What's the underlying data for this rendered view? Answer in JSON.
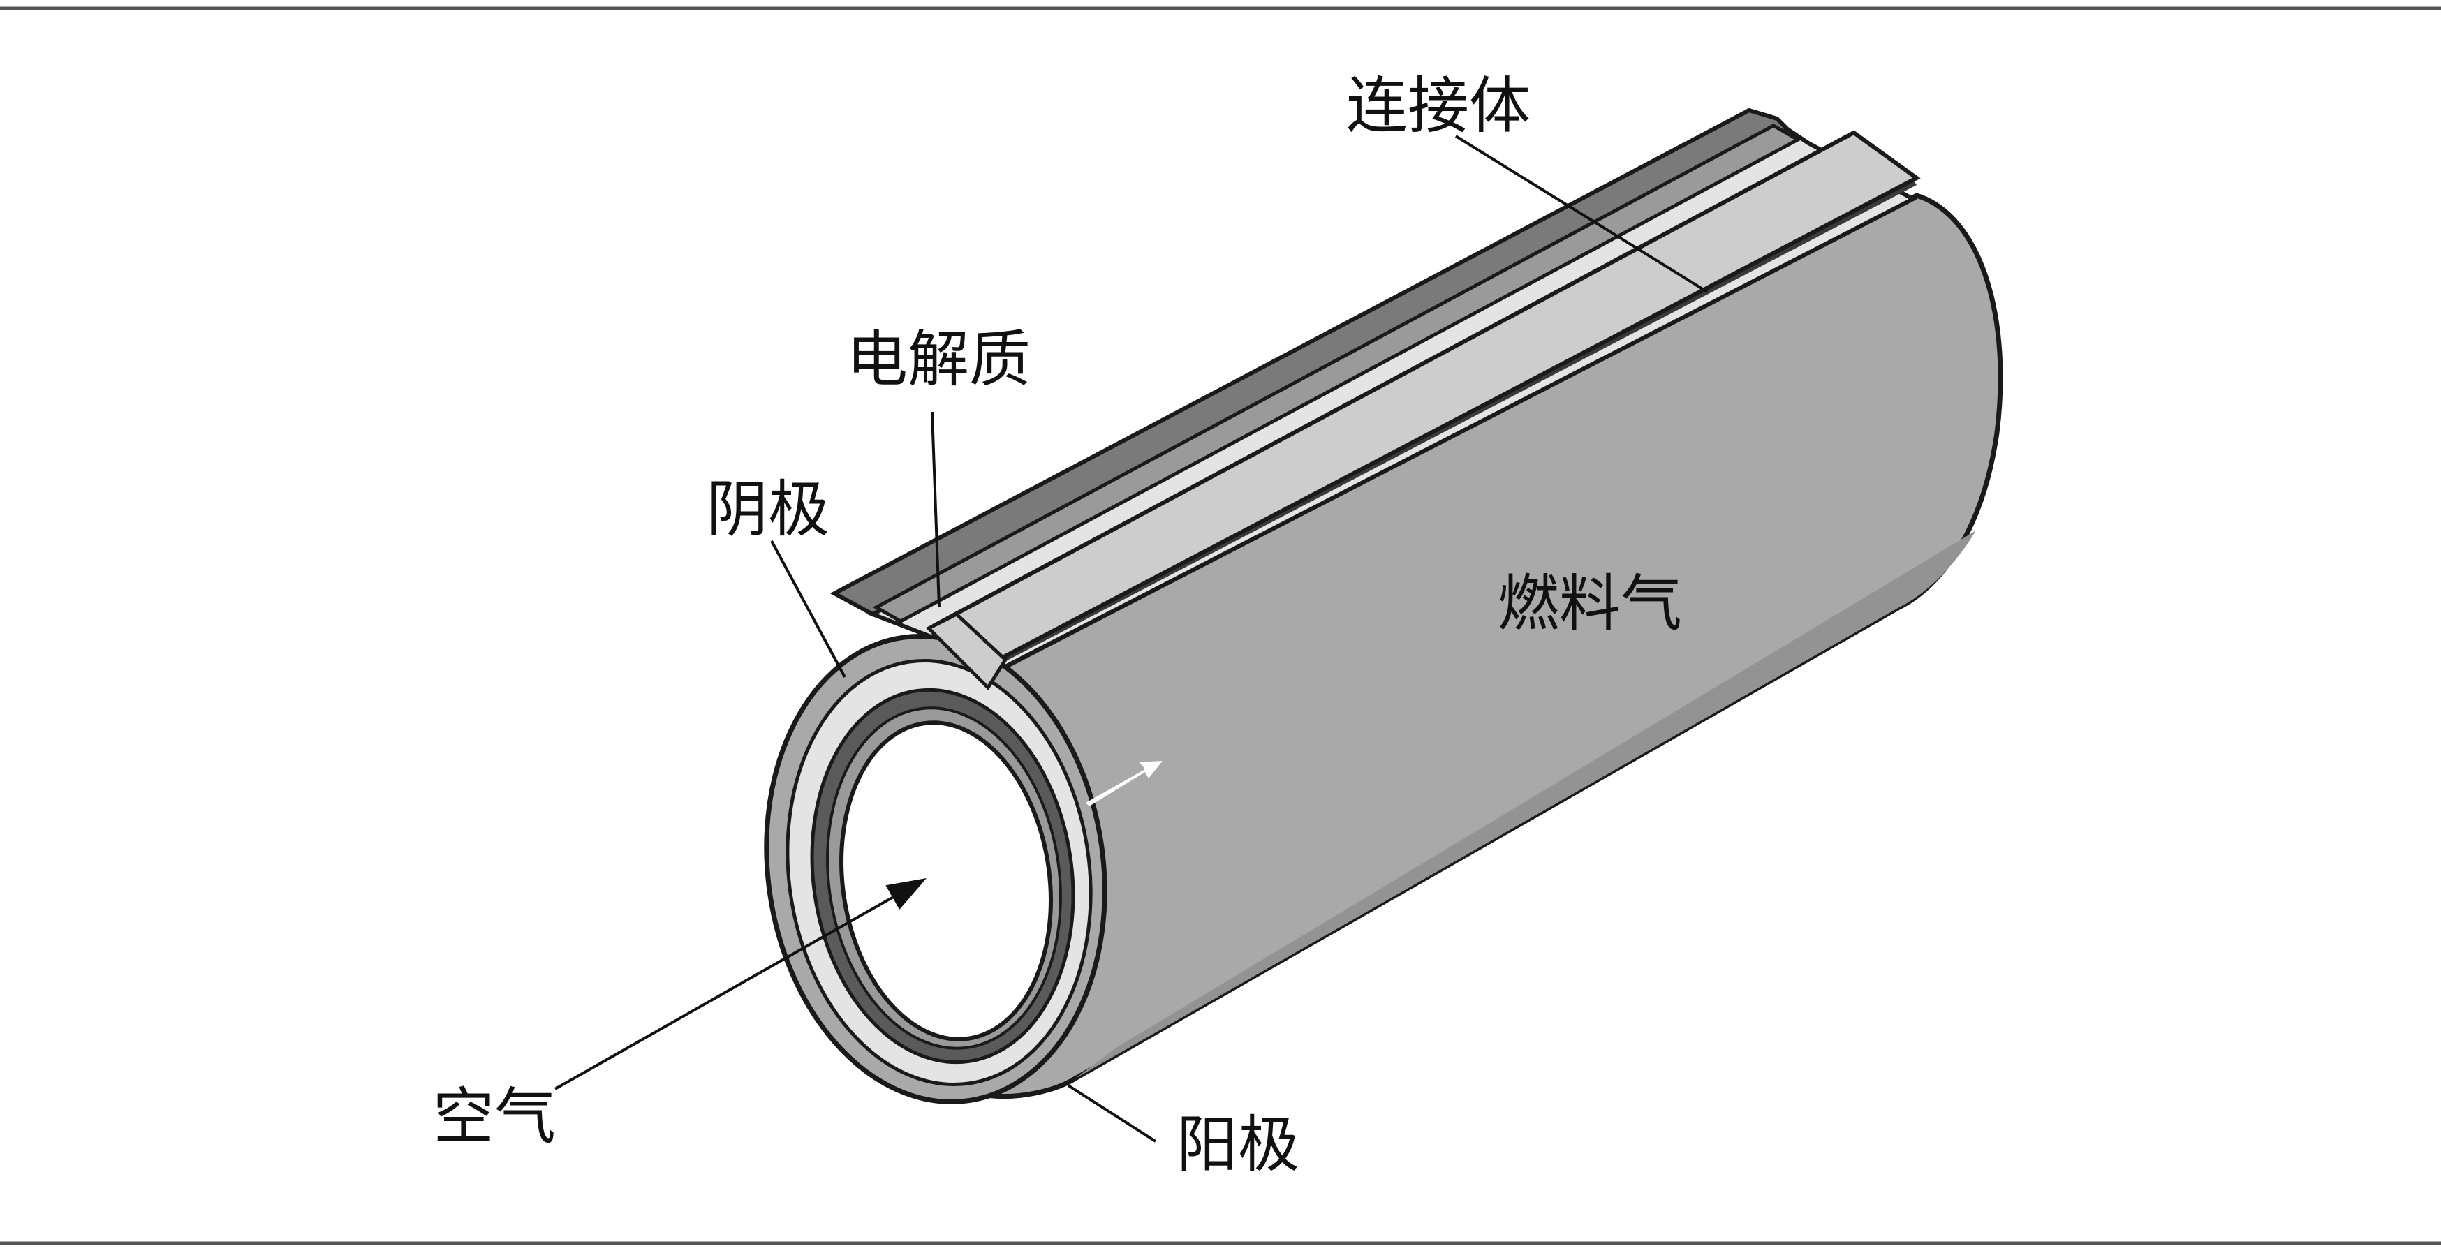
{
  "labels": {
    "interconnect": "连接体",
    "electrolyte": "电解质",
    "cathode": "阴极",
    "fuel_gas": "燃料气",
    "air": "空气",
    "anode": "阳极"
  },
  "colors": {
    "frame_line": "#555555",
    "outline": "#1a1a1a",
    "anode_body": "#a8a8a8",
    "anode_dark": "#8c8c8c",
    "electrolyte": "#e6e6e6",
    "interconnect": "#cfcfcf",
    "cathode": "#5a5a5a",
    "air_bore": "#ffffff"
  }
}
